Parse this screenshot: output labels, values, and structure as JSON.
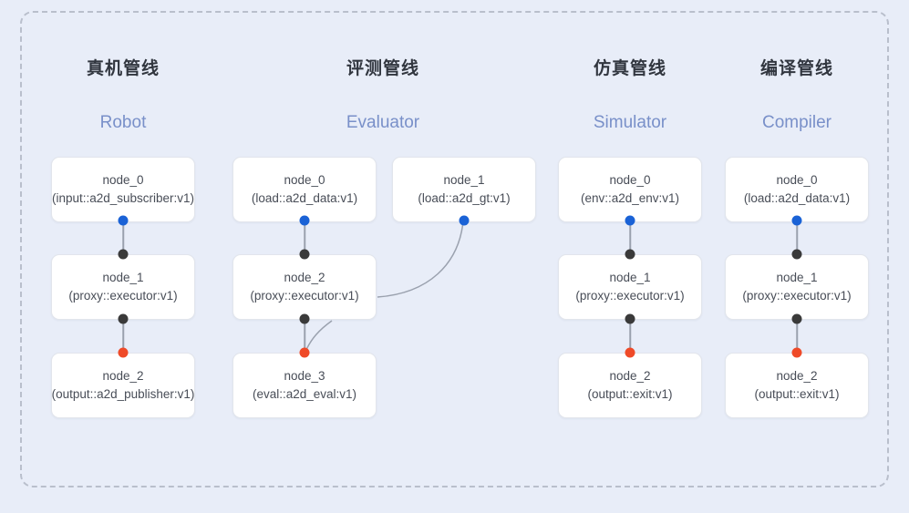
{
  "diagram": {
    "frame_label": "pipeline-group",
    "background_color": "#e8edf8",
    "frame_border_color": "#b9bfcc",
    "accent_color": "#7990c9",
    "port_colors": {
      "out": "#1a62d6",
      "in": "#3a3a3a",
      "fail": "#ef4a28"
    }
  },
  "columns": [
    {
      "title_cn": "真机管线",
      "title_en": "Robot",
      "nodes": [
        {
          "name": "node_0",
          "type": "(input::a2d_subscriber:v1)"
        },
        {
          "name": "node_1",
          "type": "(proxy::executor:v1)"
        },
        {
          "name": "node_2",
          "type": "(output::a2d_publisher:v1)"
        }
      ]
    },
    {
      "title_cn": "评测管线",
      "title_en": "Evaluator",
      "nodes": [
        {
          "name": "node_0",
          "type": "(load::a2d_data:v1)"
        },
        {
          "name": "node_2",
          "type": "(proxy::executor:v1)"
        },
        {
          "name": "node_3",
          "type": "(eval::a2d_eval:v1)"
        },
        {
          "name": "node_1",
          "type": "(load::a2d_gt:v1)"
        }
      ]
    },
    {
      "title_cn": "仿真管线",
      "title_en": "Simulator",
      "nodes": [
        {
          "name": "node_0",
          "type": "(env::a2d_env:v1)"
        },
        {
          "name": "node_1",
          "type": "(proxy::executor:v1)"
        },
        {
          "name": "node_2",
          "type": "(output::exit:v1)"
        }
      ]
    },
    {
      "title_cn": "编译管线",
      "title_en": "Compiler",
      "nodes": [
        {
          "name": "node_0",
          "type": "(load::a2d_data:v1)"
        },
        {
          "name": "node_1",
          "type": "(proxy::executor:v1)"
        },
        {
          "name": "node_2",
          "type": "(output::exit:v1)"
        }
      ]
    }
  ]
}
